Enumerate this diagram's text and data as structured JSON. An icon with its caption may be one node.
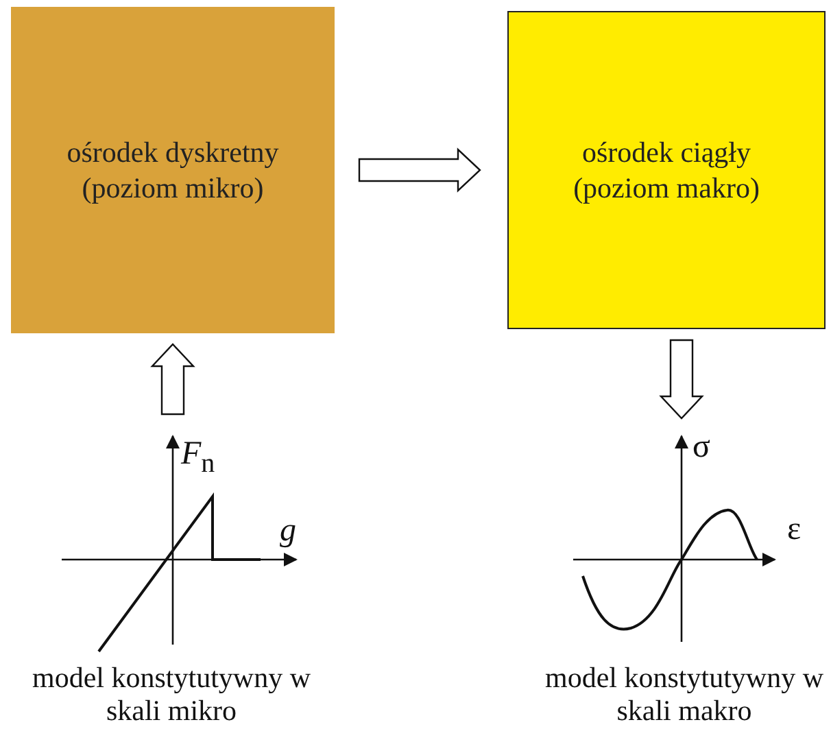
{
  "diagram": {
    "nodes": [
      {
        "text": [
          "ośrodek dyskretny (poziom mikro)"
        ]
      },
      {
        "text": [
          "ośrodek ciągły (poziom makro)"
        ]
      },
      {
        "text": [],
        "shape": "picture",
        "beside": [
          "model konstytutywny w skali mikro"
        ]
      },
      {
        "text": [],
        "shape": "picture",
        "beside": [
          "model konstytutywny w skali makro"
        ]
      }
    ],
    "edges": [
      {
        "from": 2,
        "to": 0,
        "arrow": "to"
      },
      {
        "from": 0,
        "to": 1,
        "arrow": "to"
      },
      {
        "from": 1,
        "to": 3,
        "arrow": "to"
      }
    ],
    "labels": [
      "*F*$_{n}$",
      "g",
      "σ",
      "ε"
    ]
  }
}
